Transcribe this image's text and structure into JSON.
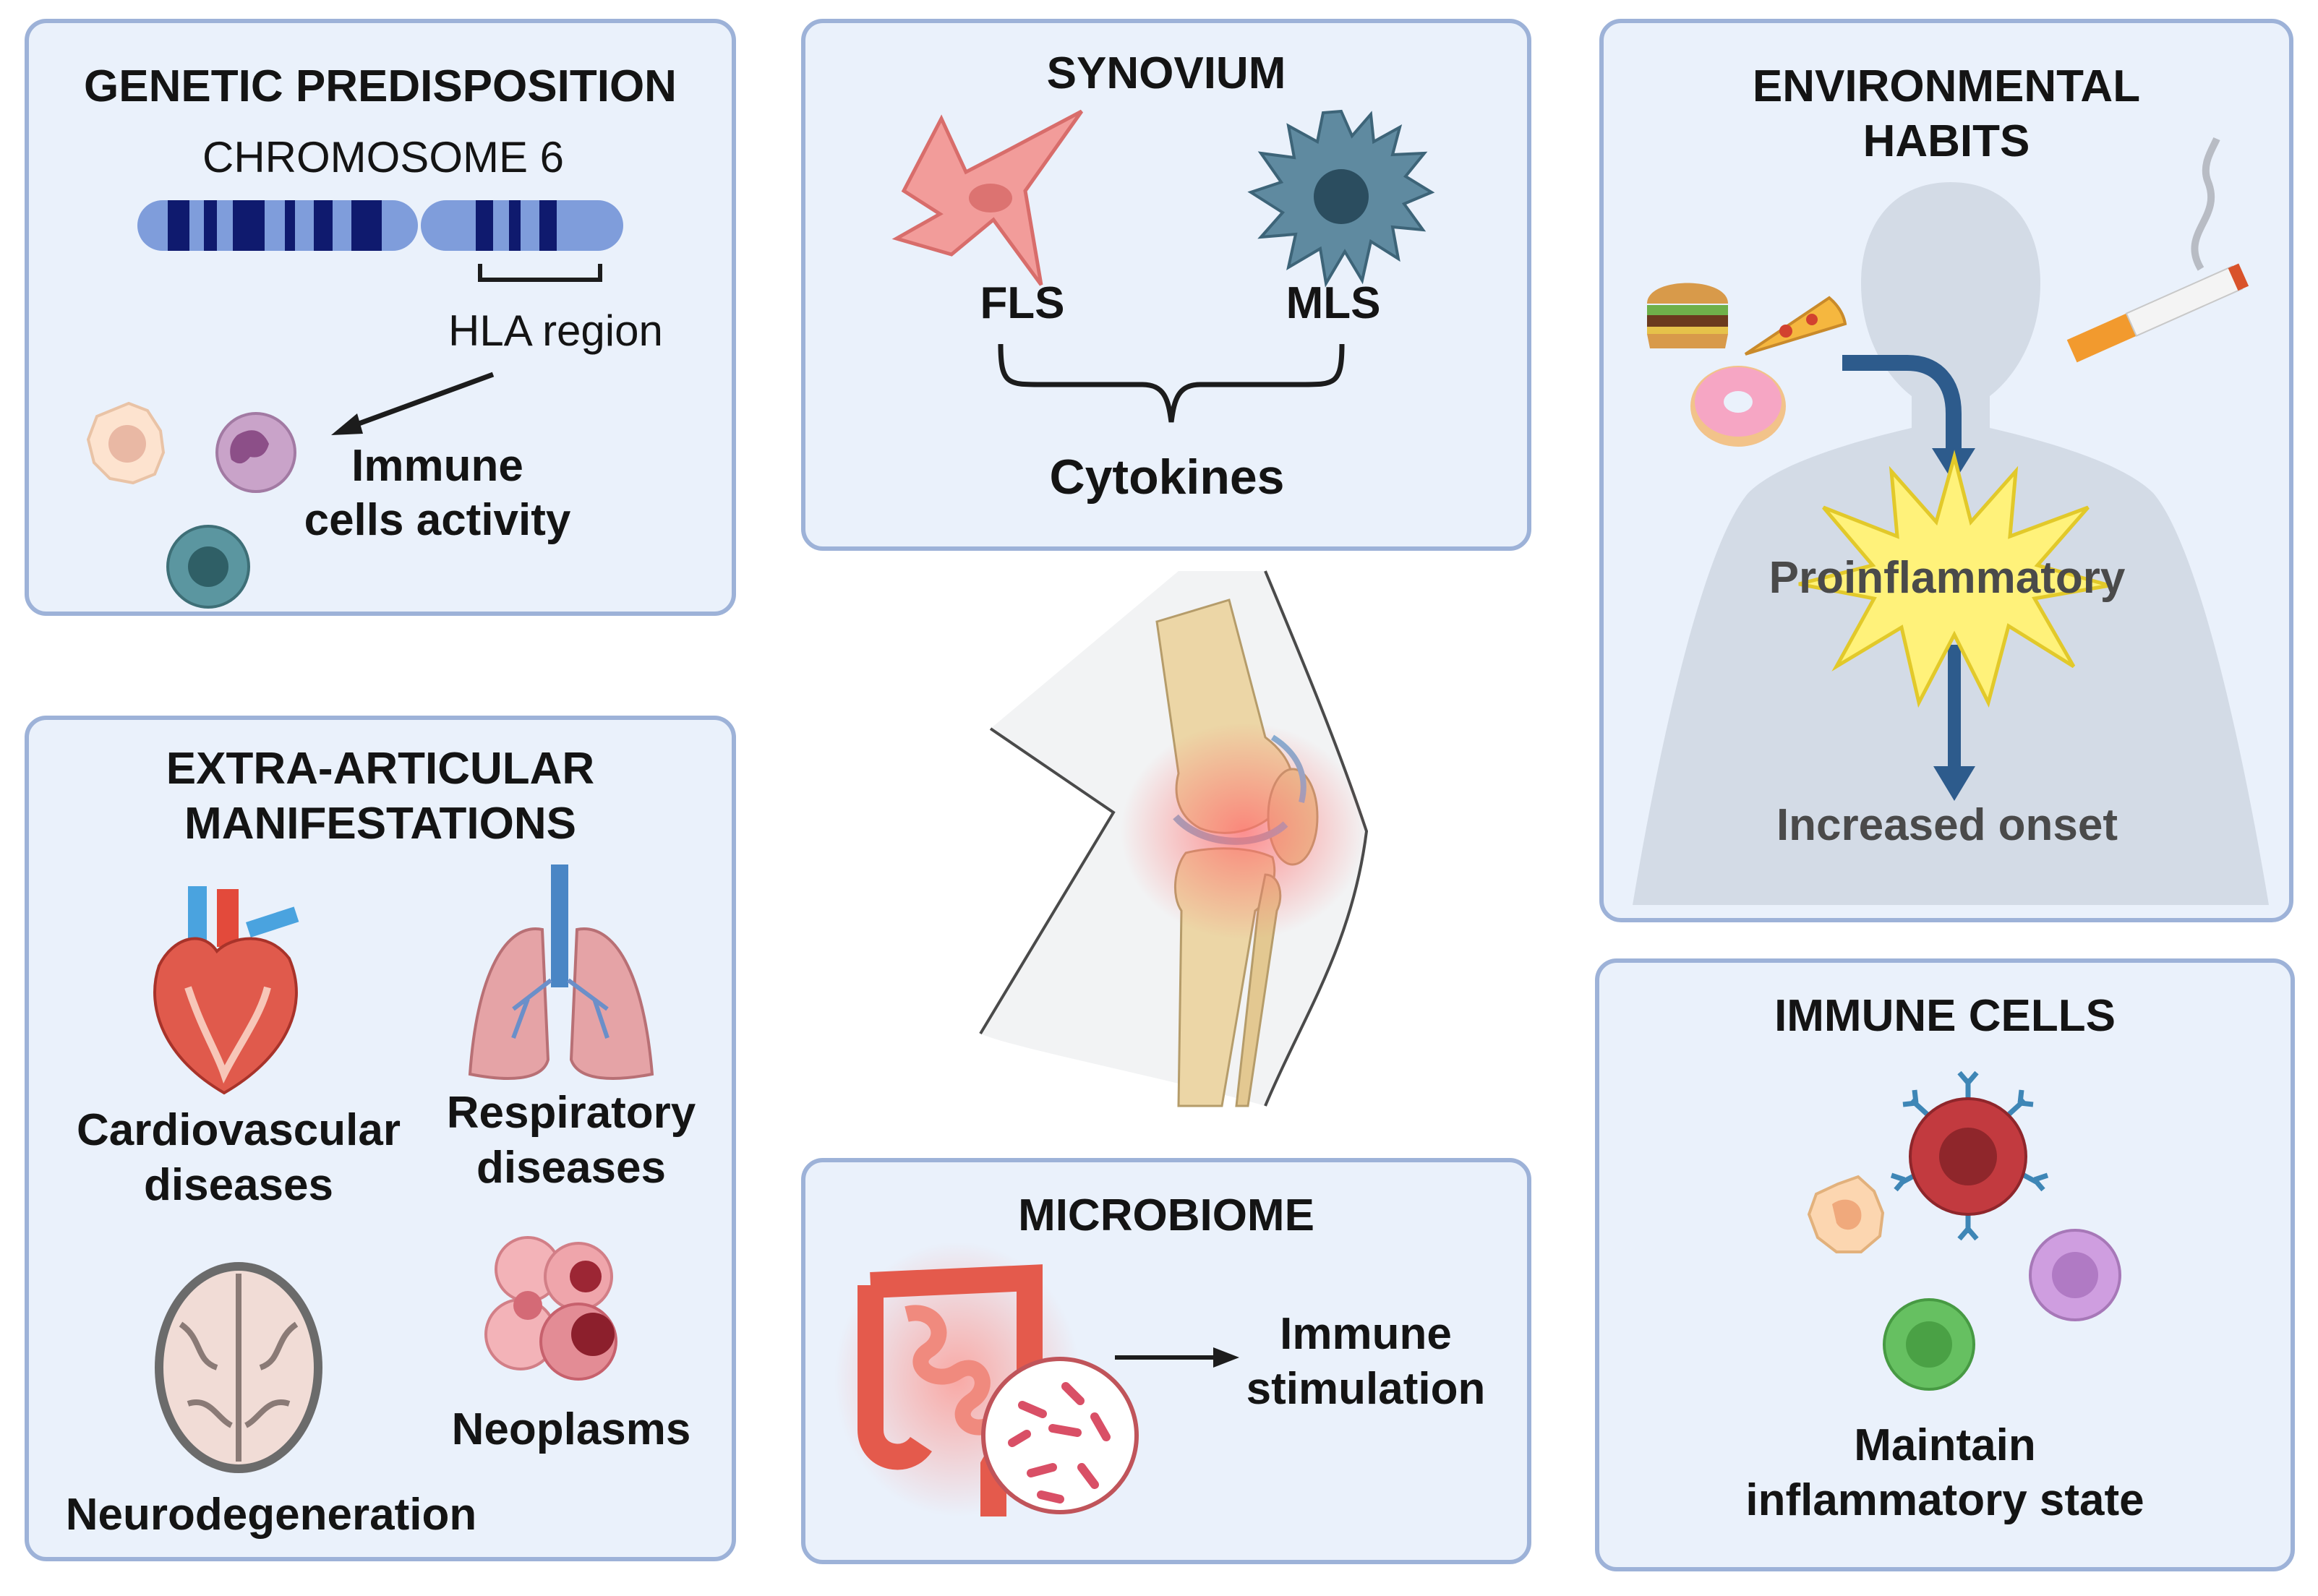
{
  "genetic": {
    "title": "GENETIC PREDISPOSITION",
    "chromosome": "CHROMOSOME 6",
    "hla": "HLA region",
    "immune_l1": "Immune",
    "immune_l2": "cells activity"
  },
  "synovium": {
    "title": "SYNOVIUM",
    "fls": "FLS",
    "mls": "MLS",
    "cytokines": "Cytokines"
  },
  "environment": {
    "title_l1": "ENVIRONMENTAL",
    "title_l2": "HABITS",
    "proinflammatory": "Proinflammatory",
    "onset": "Increased onset"
  },
  "extra": {
    "title_l1": "EXTRA-ARTICULAR",
    "title_l2": "MANIFESTATIONS",
    "cardio_l1": "Cardiovascular",
    "cardio_l2": "diseases",
    "resp_l1": "Respiratory",
    "resp_l2": "diseases",
    "neuro": "Neurodegeneration",
    "neoplasms": "Neoplasms"
  },
  "microbiome": {
    "title": "MICROBIOME",
    "stim_l1": "Immune",
    "stim_l2": "stimulation"
  },
  "immune": {
    "title": "IMMUNE CELLS",
    "state_l1": "Maintain",
    "state_l2": "inflammatory state"
  },
  "colors": {
    "panel_fill": "#eaf1fb",
    "panel_border": "#9db2d8",
    "chromosome": "#7f9ddb",
    "band": "#0f1a6e",
    "arrow": "#2d5b8c",
    "burst": "#fff27a"
  }
}
